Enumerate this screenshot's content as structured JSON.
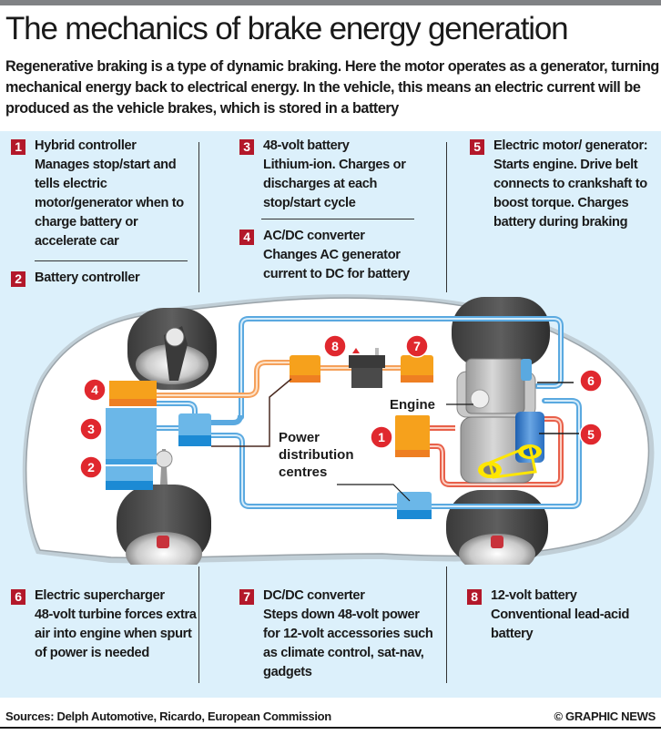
{
  "header": {
    "title": "The mechanics of brake energy generation",
    "intro": "Regenerative braking is a type of dynamic braking. Here the motor operates as a generator, turning mechanical energy back to electrical energy. In the vehicle, this means an electric current will be produced as the vehicle brakes, which is stored in a battery"
  },
  "entries": [
    {
      "num": "1",
      "heading": "Hybrid controller",
      "body": "Manages stop/start and tells electric motor/generator when to charge battery or accelerate car"
    },
    {
      "num": "2",
      "heading": "Battery controller",
      "body": ""
    },
    {
      "num": "3",
      "heading": "48-volt battery",
      "body": "Lithium-ion. Charges or discharges at each stop/start cycle"
    },
    {
      "num": "4",
      "heading": "AC/DC converter",
      "body": "Changes AC generator current to DC for battery"
    },
    {
      "num": "5",
      "heading": "Electric motor/ generator:",
      "body": "Starts engine. Drive belt connects to crankshaft to boost torque. Charges battery during braking"
    },
    {
      "num": "6",
      "heading": "Electric supercharger",
      "body": "48-volt turbine forces extra air into engine when spurt of power is needed"
    },
    {
      "num": "7",
      "heading": "DC/DC converter",
      "body": "Steps down 48-volt power for 12-volt accessories such as climate control, sat-nav, gadgets"
    },
    {
      "num": "8",
      "heading": "12-volt battery",
      "body": "Conventional lead-acid battery"
    }
  ],
  "diagram": {
    "labels": {
      "engine": "Engine",
      "power_line1": "Power",
      "power_line2": "distribution",
      "power_line3": "centres"
    },
    "markers": [
      "1",
      "2",
      "3",
      "4",
      "5",
      "6",
      "7",
      "8"
    ],
    "colors": {
      "marker_red": "#e0282e",
      "box_orange": "#f6a11c",
      "box_orange_dark": "#ee7f22",
      "box_blue": "#6bb7e8",
      "box_blue_dark": "#1c8ad4",
      "cable_blue": "#5aa9e0",
      "cable_orange": "#f5a05a",
      "cable_red": "#e8604a",
      "panel_bg": "#dcf0fb"
    }
  },
  "footer": {
    "sources": "Sources: Delph Automotive, Ricardo, European Commission",
    "copyright": "© GRAPHIC NEWS"
  }
}
